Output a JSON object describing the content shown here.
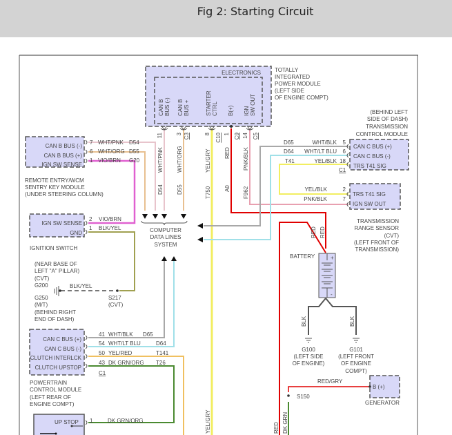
{
  "header": {
    "title": "Fig 2: Starting Circuit"
  },
  "colors": {
    "module_fill": "#d8d8f8",
    "wire_red": "#e00000",
    "wire_pink": "#e8a0b0",
    "wire_wht_pnk": "#e8c4cc",
    "wire_wht_org": "#e8c090",
    "wire_yellow": "#f2ee60",
    "wire_yel_red": "#f0c060",
    "wire_violet": "#e060d0",
    "wire_olive": "#a0a050",
    "wire_gray": "#a8a8a8",
    "wire_ltblue": "#a0e0e8",
    "wire_green": "#4a8a30",
    "wire_black": "#555555"
  },
  "tipm": {
    "inner_title": "ELECTRONICS",
    "label": [
      "TOTALLY",
      "INTEGRATED",
      "POWER MODULE",
      "(LEFT SIDE",
      "OF ENGINE COMPT)"
    ],
    "pins": [
      {
        "name": [
          "CAN B",
          "BUS (-)"
        ],
        "pin": "11",
        "connector": "",
        "color": "WHT/PNK",
        "circuit": "D54"
      },
      {
        "name": [
          "CAN B",
          "BUS +"
        ],
        "pin": "3",
        "connector": "C3",
        "color": "WHT/ORG",
        "circuit": "D55"
      },
      {
        "name": [
          "STARTER",
          "CTRL"
        ],
        "pin": "8",
        "connector": "C10",
        "color": "YEL/GRY",
        "circuit": "T750"
      },
      {
        "name": [
          "B(+)"
        ],
        "pin": "1",
        "connector": "C9",
        "color": "RED",
        "circuit": "A0"
      },
      {
        "name": [
          "IGN",
          "SW OUT"
        ],
        "pin": "14",
        "connector": "C5",
        "color": "PNK/BLK",
        "circuit": "F962"
      }
    ]
  },
  "remote_entry": {
    "label": [
      "REMOTE ENTRY/WCM",
      "SENTRY KEY MODULE",
      "(UNDER STEERING COLUMN)"
    ],
    "pins": [
      {
        "name": "CAN B BUS (-)",
        "pin": "7",
        "color": "WHT/PNK",
        "circuit": "D54"
      },
      {
        "name": "CAN B BUS (+)",
        "pin": "6",
        "color": "WHT/ORG",
        "circuit": "D55"
      },
      {
        "name": "IGN SW SENSE",
        "pin": "1",
        "color": "VIO/BRN",
        "circuit": "G20"
      }
    ]
  },
  "ignition_switch": {
    "label": "IGNITION SWITCH",
    "pins": [
      {
        "name": "IGN SW SENSE",
        "pin": "2",
        "color": "VIO/BRN"
      },
      {
        "name": "GND",
        "pin": "1",
        "color": "BLK/YEL"
      }
    ]
  },
  "ground_g200": {
    "location": [
      "(NEAR BASE OF",
      "LEFT \"A\" PILLAR)",
      "(CVT)"
    ],
    "id": "G200",
    "alt_id": "G250",
    "alt_location": [
      "(M/T)",
      "(BEHIND RIGHT",
      "END OF DASH)"
    ],
    "wire_color": "BLK/YEL",
    "splice": "S217",
    "splice_note": "(CVT)"
  },
  "computer_data_lines": {
    "label": [
      "COMPUTER",
      "DATA LINES",
      "SYSTEM"
    ]
  },
  "tcm": {
    "label": [
      "(BEHIND LEFT",
      "SIDE OF DASH)",
      "TRANSMISSION",
      "CONTROL MODULE"
    ],
    "connector": "C1",
    "pins": [
      {
        "name": "CAN C BUS (+)",
        "pin": "5",
        "color": "WHT/BLK",
        "circuit": "D65"
      },
      {
        "name": "CAN C BUS (-)",
        "pin": "6",
        "color": "WHT/LT BLU",
        "circuit": "D64"
      },
      {
        "name": "TRS T41 SIG",
        "pin": "18",
        "color": "YEL/BLK",
        "circuit": "T41"
      }
    ]
  },
  "trs": {
    "label": [
      "TRANSMISSION",
      "RANGE SENSOR",
      "(CVT)",
      "(LEFT FRONT OF",
      "TRANSMISSION)"
    ],
    "pins": [
      {
        "name": "TRS T41 SIG",
        "pin": "2",
        "color": "YEL/BLK"
      },
      {
        "name": "IGN SW OUT",
        "pin": "7",
        "color": "PNK/BLK"
      }
    ]
  },
  "battery": {
    "label": "BATTERY",
    "pos": "+",
    "neg": "-",
    "wire_labels": [
      "RED",
      "RED"
    ],
    "ground_wires": [
      "BLK",
      "BLK"
    ]
  },
  "grounds": [
    {
      "id": "G100",
      "location": [
        "(LEFT SIDE",
        "OF ENGINE)"
      ]
    },
    {
      "id": "G101",
      "location": [
        "(LEFT FRONT",
        "OF ENGINE",
        "COMPT)"
      ]
    }
  ],
  "generator": {
    "label": "GENERATOR",
    "pin": "B (+)",
    "wire_color": "RED/GRY",
    "splice": "S150",
    "wires_down": [
      "RED",
      "DK GRN"
    ]
  },
  "pcm": {
    "label": [
      "POWERTRAIN",
      "CONTROL MODULE",
      "(LEFT REAR OF",
      "ENGINE COMPT)"
    ],
    "connector": "C1",
    "pins": [
      {
        "name": "CAN C BUS (+)",
        "pin": "41",
        "color": "WHT/BLK",
        "circuit": "D65"
      },
      {
        "name": "CAN C BUS (-)",
        "pin": "54",
        "color": "WHT/LT BLU",
        "circuit": "D64"
      },
      {
        "name": "CLUTCH INTERLCK",
        "pin": "50",
        "color": "YEL/RED",
        "circuit": "T141"
      },
      {
        "name": "CLUTCH UPSTOP",
        "pin": "43",
        "color": "DK GRN/ORG",
        "circuit": "T26"
      }
    ]
  },
  "clutch_switch": {
    "pin_name": "UP STOP",
    "pin": "1",
    "color": "DK GRN/ORG"
  },
  "bottom_wire_label": "YEL/GRY"
}
